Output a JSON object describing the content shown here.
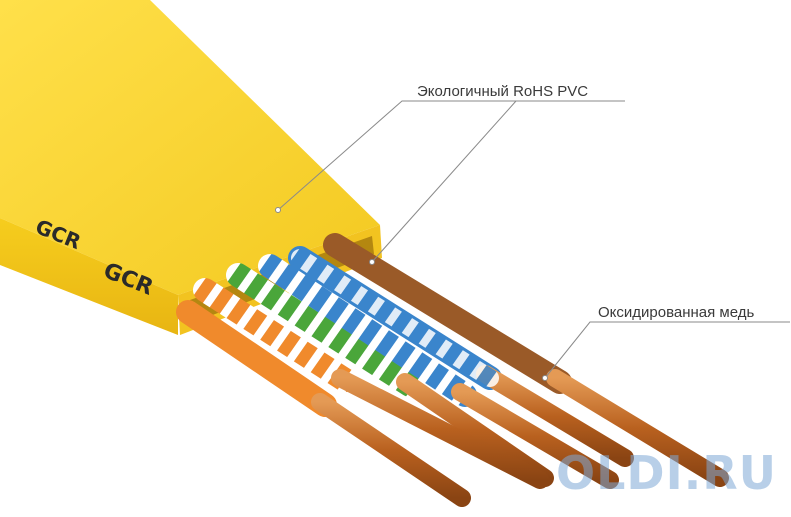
{
  "brand": {
    "logo_text": "GCR",
    "watermark": "OLDI.RU"
  },
  "callouts": {
    "insulation": "Экологичный RoHS PVC",
    "conductor": "Оксидированная медь"
  },
  "colors": {
    "jacket": "#f6d02a",
    "jacket_shadow": "#e3b915",
    "copper": "#c8702e",
    "orange": "#f08a2c",
    "green": "#4aa63a",
    "blue": "#3a85cc",
    "brown": "#9a5a28",
    "stripe": "#ffffff"
  },
  "wire_pairs": [
    {
      "name": "orange-white",
      "base": "orange",
      "striped": true
    },
    {
      "name": "orange",
      "base": "orange",
      "striped": false
    },
    {
      "name": "green-white",
      "base": "green",
      "striped": true
    },
    {
      "name": "blue-white",
      "base": "blue",
      "striped": true
    },
    {
      "name": "blue",
      "base": "blue",
      "striped": false
    },
    {
      "name": "brown",
      "base": "brown",
      "striped": false
    }
  ]
}
